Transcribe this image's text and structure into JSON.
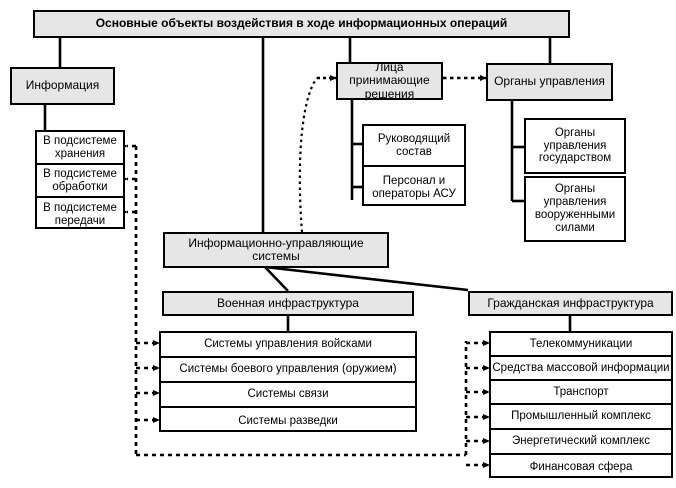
{
  "diagram": {
    "title_box": {
      "label": "Основные объекты воздействия в ходе информационных операций"
    },
    "branches": {
      "information": {
        "label": "Информация",
        "children": [
          {
            "label": "В подсистеме хранения"
          },
          {
            "label": "В подсистеме обработки"
          },
          {
            "label": "В подсистеме передачи"
          }
        ]
      },
      "decision_makers": {
        "label": "Лица принимающие решения",
        "children": [
          {
            "label": "Руководящий состав"
          },
          {
            "label": "Персонал и операторы АСУ"
          }
        ]
      },
      "control_bodies": {
        "label": "Органы управления",
        "children": [
          {
            "label": "Органы управления государством"
          },
          {
            "label": "Органы управления вооруженными силами"
          }
        ]
      },
      "info_control_systems": {
        "label": "Информационно-управляющие системы"
      },
      "military_infrastructure": {
        "label": "Военная инфраструктура",
        "children": [
          {
            "label": "Системы управления войсками"
          },
          {
            "label": "Системы боевого управления (оружием)"
          },
          {
            "label": "Системы связи"
          },
          {
            "label": "Системы разведки"
          }
        ]
      },
      "civil_infrastructure": {
        "label": "Гражданская инфраструктура",
        "children": [
          {
            "label": "Телекоммуникации"
          },
          {
            "label": "Средства массовой информации"
          },
          {
            "label": "Транспорт"
          },
          {
            "label": "Промышленный комплекс"
          },
          {
            "label": "Энергетический комплекс"
          },
          {
            "label": "Финансовая сфера"
          }
        ]
      }
    },
    "colors": {
      "line": "#000000",
      "shaded_fill": "#e6e6e6",
      "plain_fill": "#ffffff",
      "background": "#ffffff"
    }
  }
}
